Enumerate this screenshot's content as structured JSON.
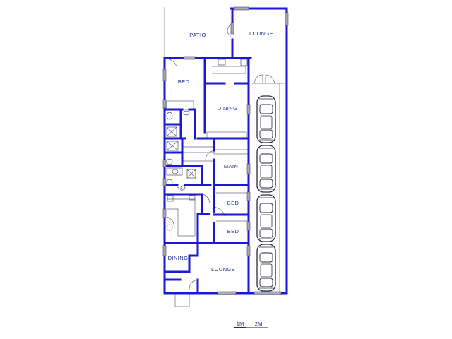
{
  "rooms": {
    "patio": "PATIO",
    "lounge_top": "LOUNGE",
    "bed_top": "BED",
    "dining_top": "DINING",
    "main": "MAIN",
    "bed_mid": "BED",
    "bed_low": "BED",
    "dining_bottom": "DINING",
    "lounge_bottom": "LOUNGE"
  },
  "scale": {
    "one": "1M",
    "two": "2M"
  },
  "colors": {
    "wall": "#1a1ad6",
    "line": "#5a5a78",
    "label": "#1b2a8a"
  },
  "icons": [
    "car-icon",
    "toilet-icon",
    "basin-icon",
    "shower-icon",
    "bath-icon",
    "stove-icon",
    "door-swing-icon",
    "garage-door-icon"
  ]
}
